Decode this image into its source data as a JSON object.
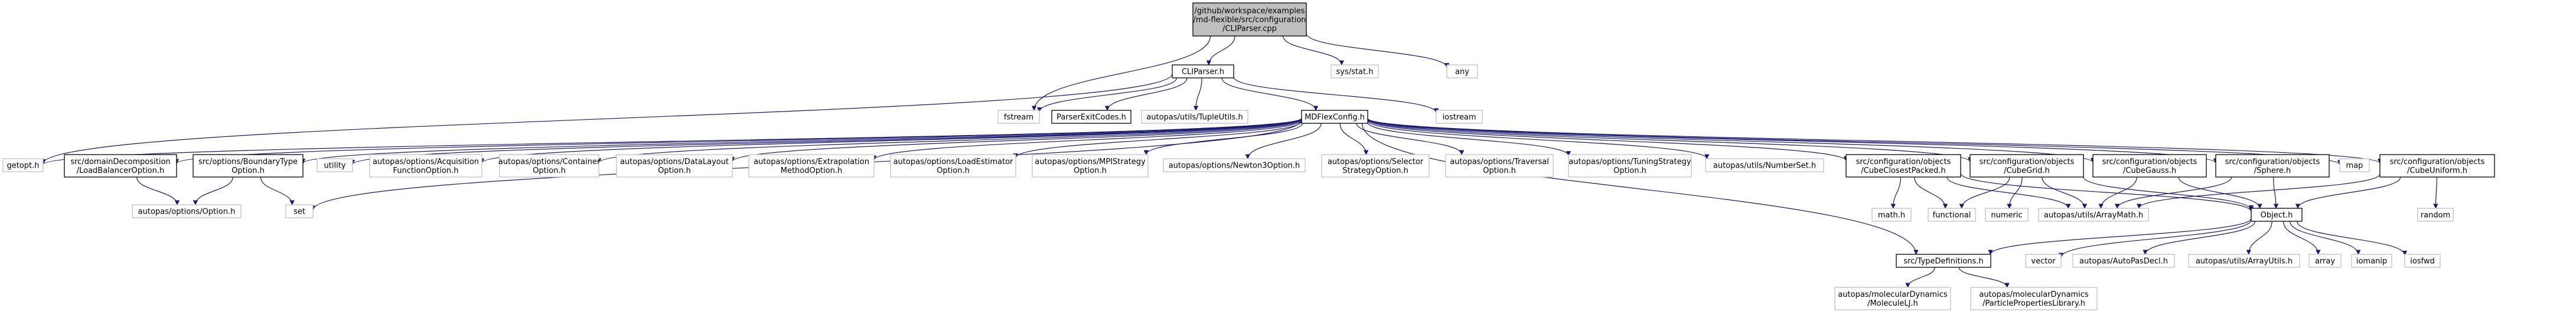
{
  "colors": {
    "edge": "#191970",
    "root_fill": "#bfbfbf",
    "root_border": "#000000",
    "documented_border": "#000000",
    "external_border": "#bfbfbf",
    "text": "#000000",
    "background": "#ffffff"
  },
  "nodes": [
    {
      "id": "root",
      "lines": [
        "/github/workspace/examples",
        "/md-flexible/src/configuration",
        "/CLIParser.cpp"
      ],
      "kind": "root"
    },
    {
      "id": "fstream",
      "lines": [
        "fstream"
      ],
      "kind": "external"
    },
    {
      "id": "clip_h",
      "lines": [
        "CLIParser.h"
      ],
      "kind": "documented"
    },
    {
      "id": "sysstat",
      "lines": [
        "sys/stat.h"
      ],
      "kind": "external"
    },
    {
      "id": "any",
      "lines": [
        "any"
      ],
      "kind": "external"
    },
    {
      "id": "parserexit",
      "lines": [
        "ParserExitCodes.h"
      ],
      "kind": "documented"
    },
    {
      "id": "tupleutils",
      "lines": [
        "autopas/utils/TupleUtils.h"
      ],
      "kind": "external"
    },
    {
      "id": "mdflex",
      "lines": [
        "MDFlexConfig.h"
      ],
      "kind": "documented"
    },
    {
      "id": "iostream",
      "lines": [
        "iostream"
      ],
      "kind": "external"
    },
    {
      "id": "getopt",
      "lines": [
        "getopt.h"
      ],
      "kind": "external"
    },
    {
      "id": "domdecomp",
      "lines": [
        "src/domainDecomposition",
        "/LoadBalancerOption.h"
      ],
      "kind": "documented"
    },
    {
      "id": "boundary",
      "lines": [
        "src/options/BoundaryType",
        "Option.h"
      ],
      "kind": "documented"
    },
    {
      "id": "utility",
      "lines": [
        "utility"
      ],
      "kind": "external"
    },
    {
      "id": "acq",
      "lines": [
        "autopas/options/Acquisition",
        "FunctionOption.h"
      ],
      "kind": "external"
    },
    {
      "id": "container",
      "lines": [
        "autopas/options/Container",
        "Option.h"
      ],
      "kind": "external"
    },
    {
      "id": "datalayout",
      "lines": [
        "autopas/options/DataLayout",
        "Option.h"
      ],
      "kind": "external"
    },
    {
      "id": "extrap",
      "lines": [
        "autopas/options/Extrapolation",
        "MethodOption.h"
      ],
      "kind": "external"
    },
    {
      "id": "loadest",
      "lines": [
        "autopas/options/LoadEstimator",
        "Option.h"
      ],
      "kind": "external"
    },
    {
      "id": "mpistrat",
      "lines": [
        "autopas/options/MPIStrategy",
        "Option.h"
      ],
      "kind": "external"
    },
    {
      "id": "newton",
      "lines": [
        "autopas/options/Newton3Option.h"
      ],
      "kind": "external"
    },
    {
      "id": "selector",
      "lines": [
        "autopas/options/Selector",
        "StrategyOption.h"
      ],
      "kind": "external"
    },
    {
      "id": "traversal",
      "lines": [
        "autopas/options/Traversal",
        "Option.h"
      ],
      "kind": "external"
    },
    {
      "id": "tuning",
      "lines": [
        "autopas/options/TuningStrategy",
        "Option.h"
      ],
      "kind": "external"
    },
    {
      "id": "numberset",
      "lines": [
        "autopas/utils/NumberSet.h"
      ],
      "kind": "external"
    },
    {
      "id": "ccp",
      "lines": [
        "src/configuration/objects",
        "/CubeClosestPacked.h"
      ],
      "kind": "documented"
    },
    {
      "id": "cgrid",
      "lines": [
        "src/configuration/objects",
        "/CubeGrid.h"
      ],
      "kind": "documented"
    },
    {
      "id": "cgauss",
      "lines": [
        "src/configuration/objects",
        "/CubeGauss.h"
      ],
      "kind": "documented"
    },
    {
      "id": "sphere",
      "lines": [
        "src/configuration/objects",
        "/Sphere.h"
      ],
      "kind": "documented"
    },
    {
      "id": "map",
      "lines": [
        "map"
      ],
      "kind": "external"
    },
    {
      "id": "cuniform",
      "lines": [
        "src/configuration/objects",
        "/CubeUniform.h"
      ],
      "kind": "documented"
    },
    {
      "id": "optionh",
      "lines": [
        "autopas/options/Option.h"
      ],
      "kind": "external"
    },
    {
      "id": "set",
      "lines": [
        "set"
      ],
      "kind": "external"
    },
    {
      "id": "math",
      "lines": [
        "math.h"
      ],
      "kind": "external"
    },
    {
      "id": "functional",
      "lines": [
        "functional"
      ],
      "kind": "external"
    },
    {
      "id": "numeric",
      "lines": [
        "numeric"
      ],
      "kind": "external"
    },
    {
      "id": "arraymath",
      "lines": [
        "autopas/utils/ArrayMath.h"
      ],
      "kind": "external"
    },
    {
      "id": "object",
      "lines": [
        "Object.h"
      ],
      "kind": "documented"
    },
    {
      "id": "random",
      "lines": [
        "random"
      ],
      "kind": "external"
    },
    {
      "id": "typedefs",
      "lines": [
        "src/TypeDefinitions.h"
      ],
      "kind": "documented"
    },
    {
      "id": "vector",
      "lines": [
        "vector"
      ],
      "kind": "external"
    },
    {
      "id": "autopasdecl",
      "lines": [
        "autopas/AutoPasDecl.h"
      ],
      "kind": "external"
    },
    {
      "id": "arrayutils",
      "lines": [
        "autopas/utils/ArrayUtils.h"
      ],
      "kind": "external"
    },
    {
      "id": "array",
      "lines": [
        "array"
      ],
      "kind": "external"
    },
    {
      "id": "iomanip",
      "lines": [
        "iomanip"
      ],
      "kind": "external"
    },
    {
      "id": "iosfwd",
      "lines": [
        "iosfwd"
      ],
      "kind": "external"
    },
    {
      "id": "molljh",
      "lines": [
        "autopas/molecularDynamics",
        "/MoleculeLJ.h"
      ],
      "kind": "external"
    },
    {
      "id": "partlib",
      "lines": [
        "autopas/molecularDynamics",
        "/ParticlePropertiesLibrary.h"
      ],
      "kind": "external"
    }
  ],
  "edges": [
    [
      "root",
      "fstream"
    ],
    [
      "root",
      "clip_h"
    ],
    [
      "root",
      "sysstat"
    ],
    [
      "root",
      "any"
    ],
    [
      "clip_h",
      "fstream"
    ],
    [
      "clip_h",
      "parserexit"
    ],
    [
      "clip_h",
      "tupleutils"
    ],
    [
      "clip_h",
      "mdflex"
    ],
    [
      "clip_h",
      "iostream"
    ],
    [
      "clip_h",
      "getopt"
    ],
    [
      "mdflex",
      "getopt"
    ],
    [
      "mdflex",
      "domdecomp"
    ],
    [
      "mdflex",
      "boundary"
    ],
    [
      "mdflex",
      "utility"
    ],
    [
      "mdflex",
      "acq"
    ],
    [
      "mdflex",
      "container"
    ],
    [
      "mdflex",
      "datalayout"
    ],
    [
      "mdflex",
      "extrap"
    ],
    [
      "mdflex",
      "loadest"
    ],
    [
      "mdflex",
      "mpistrat"
    ],
    [
      "mdflex",
      "newton"
    ],
    [
      "mdflex",
      "selector"
    ],
    [
      "mdflex",
      "traversal"
    ],
    [
      "mdflex",
      "tuning"
    ],
    [
      "mdflex",
      "numberset"
    ],
    [
      "mdflex",
      "ccp"
    ],
    [
      "mdflex",
      "cgrid"
    ],
    [
      "mdflex",
      "cgauss"
    ],
    [
      "mdflex",
      "sphere"
    ],
    [
      "mdflex",
      "map"
    ],
    [
      "mdflex",
      "cuniform"
    ],
    [
      "mdflex",
      "set"
    ],
    [
      "mdflex",
      "typedefs"
    ],
    [
      "domdecomp",
      "optionh"
    ],
    [
      "boundary",
      "optionh"
    ],
    [
      "boundary",
      "set"
    ],
    [
      "ccp",
      "math"
    ],
    [
      "ccp",
      "functional"
    ],
    [
      "ccp",
      "arraymath"
    ],
    [
      "ccp",
      "object"
    ],
    [
      "cgrid",
      "functional"
    ],
    [
      "cgrid",
      "numeric"
    ],
    [
      "cgrid",
      "arraymath"
    ],
    [
      "cgrid",
      "object"
    ],
    [
      "cgauss",
      "arraymath"
    ],
    [
      "cgauss",
      "object"
    ],
    [
      "sphere",
      "arraymath"
    ],
    [
      "sphere",
      "object"
    ],
    [
      "cuniform",
      "random"
    ],
    [
      "cuniform",
      "arraymath"
    ],
    [
      "cuniform",
      "object"
    ],
    [
      "object",
      "typedefs"
    ],
    [
      "object",
      "vector"
    ],
    [
      "object",
      "autopasdecl"
    ],
    [
      "object",
      "arrayutils"
    ],
    [
      "object",
      "array"
    ],
    [
      "object",
      "iomanip"
    ],
    [
      "object",
      "iosfwd"
    ],
    [
      "typedefs",
      "molljh"
    ],
    [
      "typedefs",
      "partlib"
    ]
  ]
}
